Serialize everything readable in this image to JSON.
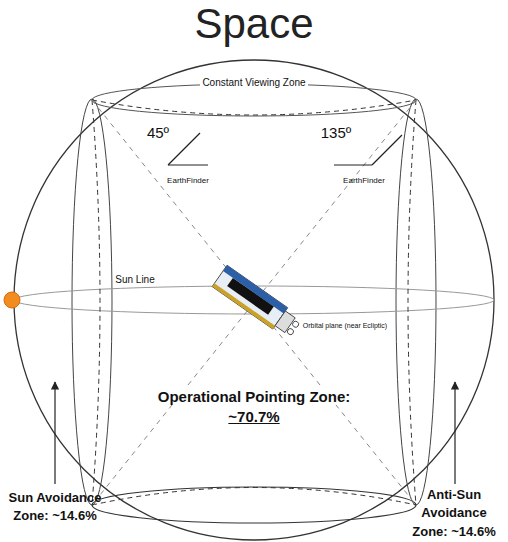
{
  "diagram": {
    "title": "Space",
    "labels": [
      "Constant Viewing Zone",
      "45º",
      "EarthFinder",
      "135º",
      "EarthFinder",
      "Sun Line",
      "Orbital plane (near Ecliptic)",
      "Operational Pointing Zone:",
      "~70.7%",
      "Sun Avoidance Zone: ~14.6%",
      "Anti-Sun Avoidance Zone: ~14.6%"
    ]
  }
}
